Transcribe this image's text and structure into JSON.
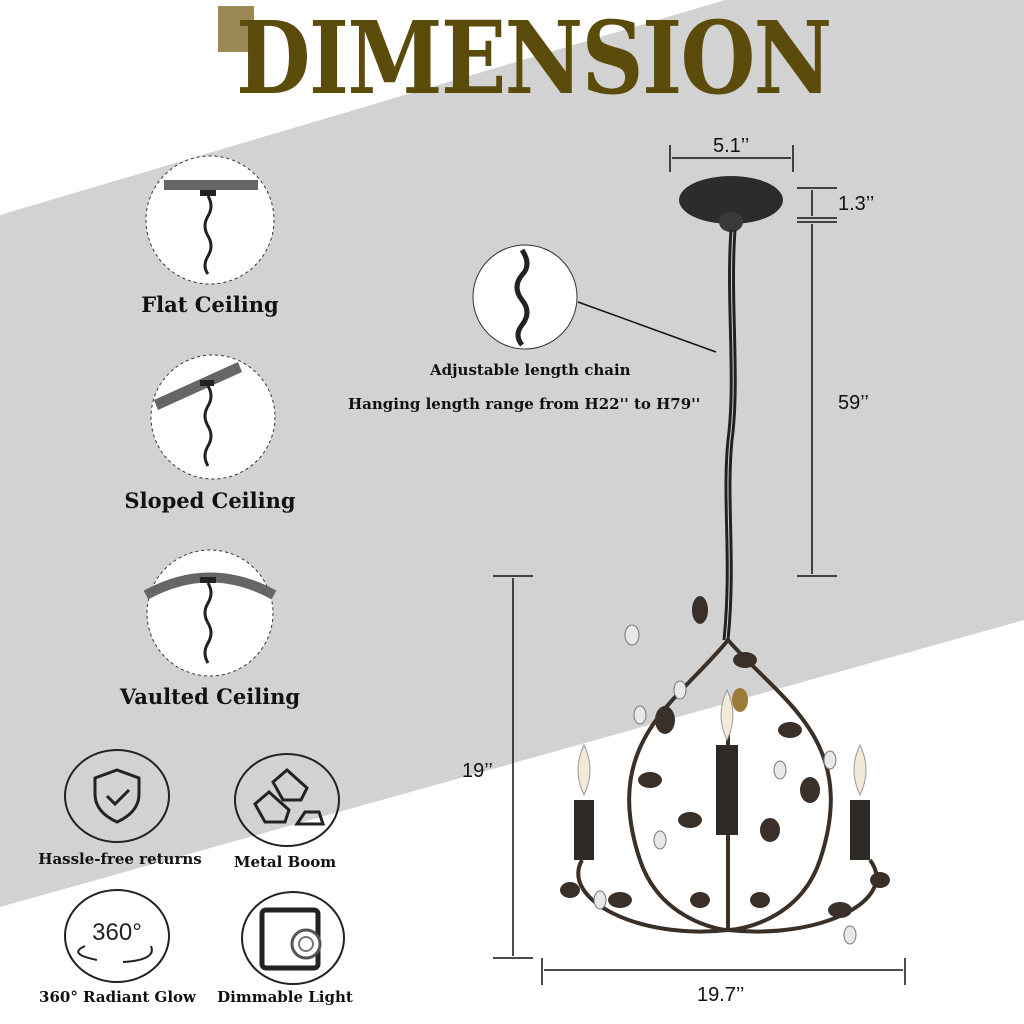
{
  "title": "DIMENSION",
  "colors": {
    "title": "#5b4c0c",
    "accent_square": "#9c8756",
    "band": "#d2d2d2"
  },
  "ceiling_types": [
    {
      "label": "Flat Ceiling",
      "icon": "flat-ceiling-icon"
    },
    {
      "label": "Sloped Ceiling",
      "icon": "sloped-ceiling-icon"
    },
    {
      "label": "Vaulted Ceiling",
      "icon": "vaulted-ceiling-icon"
    }
  ],
  "features": [
    {
      "label": "Hassle-free returns",
      "icon": "shield-check-icon"
    },
    {
      "label": "Metal Boom",
      "icon": "metal-bars-icon"
    },
    {
      "label": "360° Radiant Glow",
      "icon": "rotate-360-icon",
      "icon_text": "360°"
    },
    {
      "label": "Dimmable Light",
      "icon": "dimmer-switch-icon"
    }
  ],
  "chain_note": {
    "line1": "Adjustable length chain",
    "line2": "Hanging length range from H22'' to H79''"
  },
  "dimensions": {
    "canopy_width": "5.1’’",
    "canopy_height": "1.3’’",
    "chain_length": "59’’",
    "body_height": "19’’",
    "body_width": "19.7’’"
  }
}
